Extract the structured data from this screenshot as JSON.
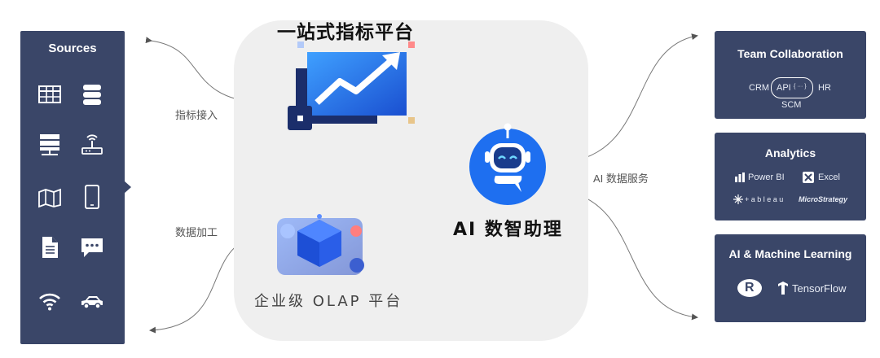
{
  "sources": {
    "title": "Sources",
    "icons": [
      "table-icon",
      "database-icon",
      "server-icon",
      "router-icon",
      "map-icon",
      "mobile-phone-icon",
      "document-icon",
      "chat-message-icon",
      "wifi-icon",
      "car-icon"
    ]
  },
  "center": {
    "platform_title": "一站式指标平台",
    "olap_title": "企业级 OLAP 平台",
    "ai_title": "AI 数智助理"
  },
  "labels": {
    "metric_ingest": "指标接入",
    "data_processing": "数据加工",
    "ai_data_service": "AI 数据服务"
  },
  "panels": {
    "team": {
      "title": "Team Collaboration",
      "crm": "CRM",
      "api": "API",
      "api_braces": "{ ··· }",
      "hr": "HR",
      "scm": "SCM"
    },
    "analytics": {
      "title": "Analytics",
      "powerbi": "Power BI",
      "excel": "Excel",
      "tableau": "+ a b l e a u",
      "microstrategy": "MicroStrategy"
    },
    "ml": {
      "title": "AI & Machine Learning",
      "r": "R",
      "tensorflow": "TensorFlow"
    }
  },
  "colors": {
    "panel_bg": "#3a4668",
    "accent_blue": "#2b7cf0",
    "robot_blue": "#1e6ff0",
    "platform_bg": "#efefef"
  }
}
